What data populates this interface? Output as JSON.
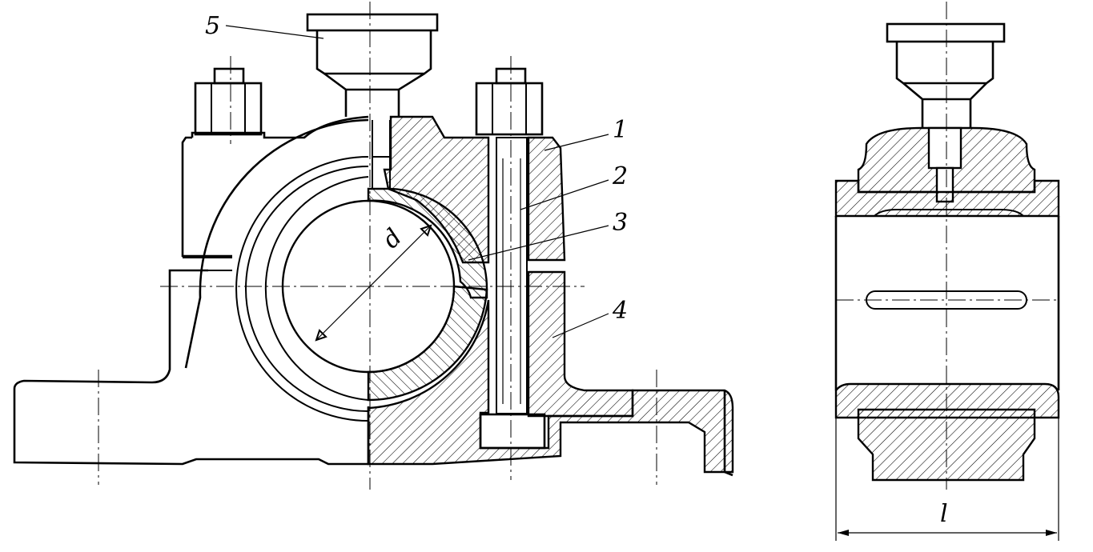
{
  "labels": {
    "part_1": "1",
    "part_2": "2",
    "part_3": "3",
    "part_4": "4",
    "part_5": "5",
    "diameter": "d",
    "length": "l"
  }
}
